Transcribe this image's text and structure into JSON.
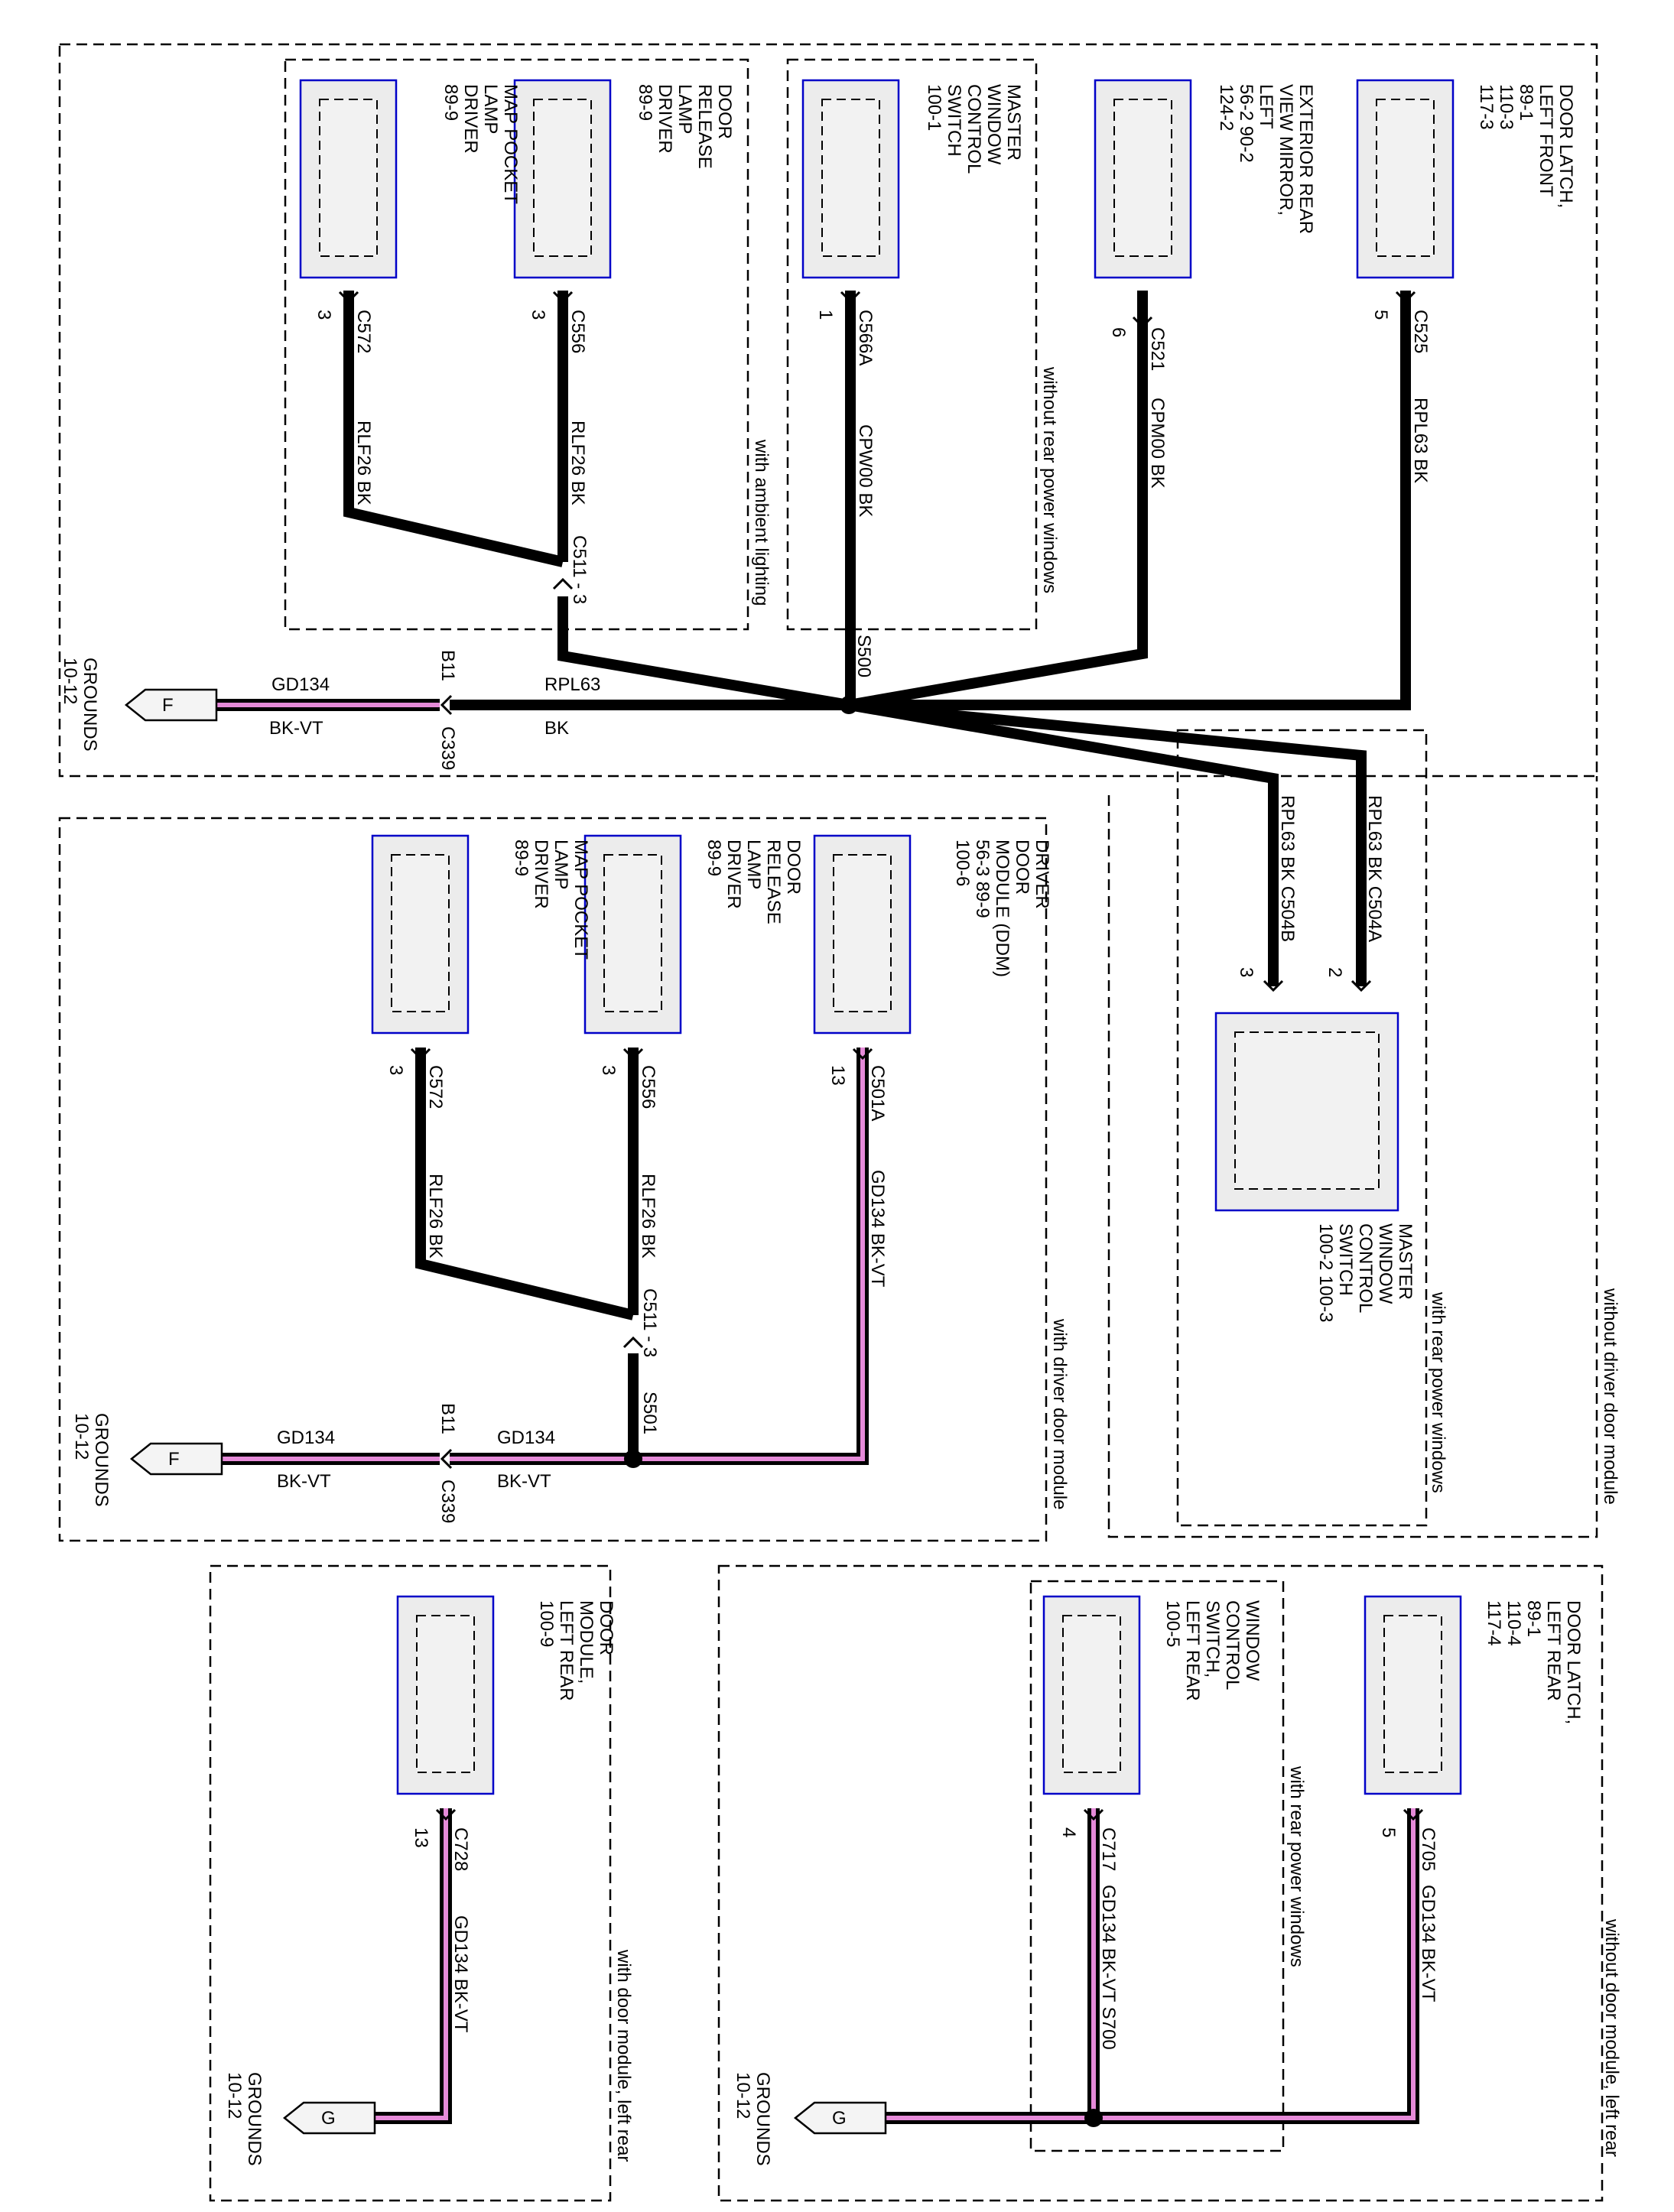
{
  "regions": {
    "r1": "without driver door module",
    "r2": "with ambient lighting",
    "r3": "without rear power windows",
    "r4": "with rear power windows",
    "r5": "with driver door module",
    "r6": "without door module, left rear",
    "r7": "with rear power windows",
    "r8": "with door module, left rear"
  },
  "components": {
    "c1": "DOOR LATCH,|LEFT FRONT|89-1|110-3|117-3",
    "c2": "EXTERIOR REAR|VIEW MIRROR,|LEFT|56-2   90-2|124-2",
    "c3": "MASTER|WINDOW|CONTROL|SWITCH|100-1",
    "c4": "DOOR|RELEASE|LAMP|DRIVER|89-9",
    "c5": "MAP POCKET|LAMP|DRIVER|89-9",
    "c6": "DRIVER|DOOR|MODULE (DDM)|56-3    89-9|100-6",
    "c7": "DOOR|RELEASE|LAMP|DRIVER|89-9",
    "c8": "MAP POCKET|LAMP|DRIVER|89-9",
    "c9": "MASTER|WINDOW|CONTROL|SWITCH|100-2   100-3",
    "c10": "DOOR LATCH,|LEFT REAR|89-1|110-4|117-4",
    "c11": "WINDOW|CONTROL|SWITCH,|LEFT REAR|100-5",
    "c12": "DOOR|MODULE,|LEFT REAR|100-9"
  },
  "conn": {
    "c525": "C525",
    "p5a": "5",
    "w1": "RPL63   BK",
    "c521": "C521",
    "p6": "6",
    "w2": "CPM00   BK",
    "c566a": "C566A",
    "p1": "1",
    "w3": "CPW00   BK",
    "c556a": "C556",
    "p3a": "3",
    "w4": "RLF26   BK",
    "c572a": "C572",
    "p3b": "3",
    "w5": "RLF26   BK",
    "c511a": "C511 - 3",
    "s500": "S500",
    "rpl63": "RPL63",
    "bk": "BK",
    "b11a": "B11",
    "c339a": "C339",
    "gd134a": "GD134",
    "bkvta": "BK-VT",
    "gndA_letter": "F",
    "gndA_label": "GROUNDS|10-12",
    "w6": "RPL63   BK   C504A",
    "p2": "2",
    "w7": "RPL63   BK   C504B",
    "p3c": "3",
    "c501a": "C501A",
    "p13a": "13",
    "w8": "GD134  BK-VT",
    "c556b": "C556",
    "p3d": "3",
    "w9": "RLF26   BK",
    "c572b": "C572",
    "p3e": "3",
    "w10": "RLF26   BK",
    "c511b": "C511 - 3",
    "s501": "S501",
    "gd134b": "GD134",
    "bkvtb": "BK-VT",
    "b11b": "B11",
    "c339b": "C339",
    "gd134c": "GD134",
    "bkvtc": "BK-VT",
    "gndB_letter": "F",
    "gndB_label": "GROUNDS|10-12",
    "c705": "C705",
    "p5b": "5",
    "w11": "GD134   BK-VT",
    "c717": "C717",
    "p4": "4",
    "w12": "GD134   BK-VT   S700",
    "gndC_letter": "G",
    "gndC_label": "GROUNDS|10-12",
    "c728": "C728",
    "p13b": "13",
    "w13": "GD134   BK-VT",
    "gndD_letter": "G",
    "gndD_label": "GROUNDS|10-12"
  }
}
